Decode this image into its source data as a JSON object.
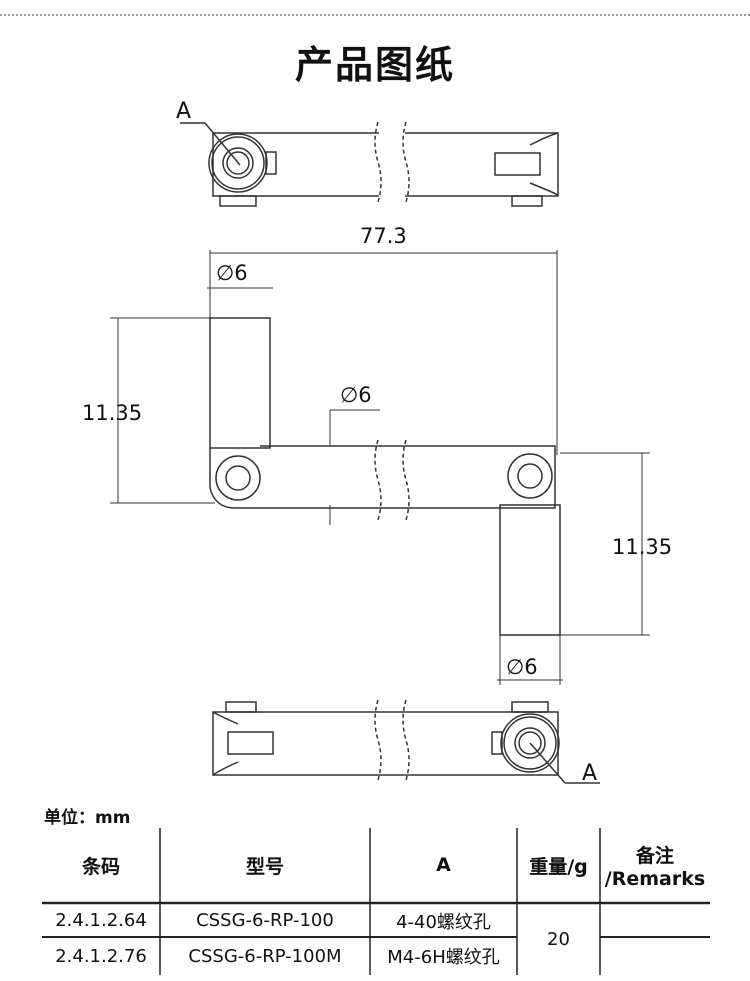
{
  "title": "产品图纸",
  "drawing": {
    "label_a": "A",
    "dim_length": "77.3",
    "dim_dia": "∅6",
    "dim_height": "11.35"
  },
  "table": {
    "unit": "单位：mm",
    "headers": [
      "条码",
      "型号",
      "A",
      "重量/g",
      "备注\n/Remarks"
    ],
    "header_remarks_1": "备注",
    "header_remarks_2": "/Remarks",
    "rows": [
      {
        "code": "2.4.1.2.64",
        "model": "CSSG-6-RP-100",
        "a": "4-40螺纹孔"
      },
      {
        "code": "2.4.1.2.76",
        "model": "CSSG-6-RP-100M",
        "a": "M4-6H螺纹孔"
      }
    ],
    "weight": "20"
  }
}
